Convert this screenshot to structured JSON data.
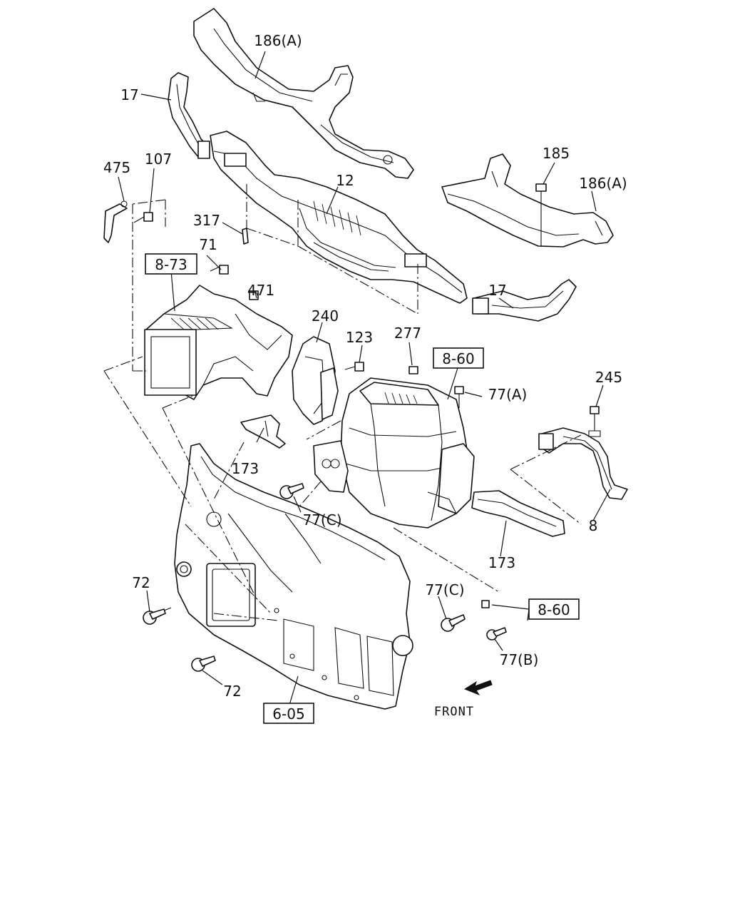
{
  "diagram": {
    "callouts": [
      {
        "id": "c186a_top",
        "text": "186(A)"
      },
      {
        "id": "c17_left",
        "text": "17"
      },
      {
        "id": "c475",
        "text": "475"
      },
      {
        "id": "c107",
        "text": "107"
      },
      {
        "id": "c12",
        "text": "12"
      },
      {
        "id": "c185",
        "text": "185"
      },
      {
        "id": "c186a_right",
        "text": "186(A)"
      },
      {
        "id": "c317",
        "text": "317"
      },
      {
        "id": "c71",
        "text": "71"
      },
      {
        "id": "c471",
        "text": "471"
      },
      {
        "id": "c17_right",
        "text": "17"
      },
      {
        "id": "c240",
        "text": "240"
      },
      {
        "id": "c123",
        "text": "123"
      },
      {
        "id": "c277",
        "text": "277"
      },
      {
        "id": "c77a",
        "text": "77(A)"
      },
      {
        "id": "c245",
        "text": "245"
      },
      {
        "id": "c173_left",
        "text": "173"
      },
      {
        "id": "c77c_left",
        "text": "77(C)"
      },
      {
        "id": "c8",
        "text": "8"
      },
      {
        "id": "c173_right",
        "text": "173"
      },
      {
        "id": "c72_top",
        "text": "72"
      },
      {
        "id": "c77c_right",
        "text": "77(C)"
      },
      {
        "id": "c77b",
        "text": "77(B)"
      },
      {
        "id": "c72_bottom",
        "text": "72"
      }
    ],
    "refs": [
      {
        "id": "r873",
        "text": "8-73"
      },
      {
        "id": "r860_top",
        "text": "8-60"
      },
      {
        "id": "r860_bottom",
        "text": "8-60"
      },
      {
        "id": "r605",
        "text": "6-05"
      }
    ],
    "front_label": "FRONT",
    "icons": [
      "front-arrow-icon"
    ]
  }
}
